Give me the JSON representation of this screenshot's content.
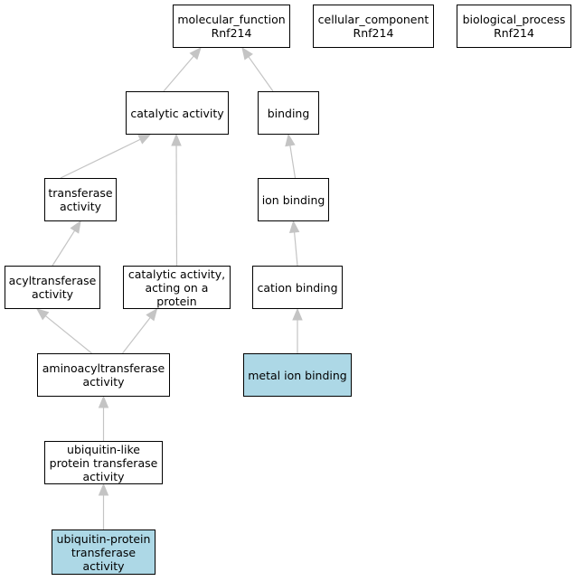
{
  "colors": {
    "edge": "#c4c4c4",
    "highlight": "#add8e6",
    "border": "#000000"
  },
  "nodes": {
    "molecular_function": {
      "label": "molecular_function\nRnf214"
    },
    "cellular_component": {
      "label": "cellular_component\nRnf214"
    },
    "biological_process": {
      "label": "biological_process\nRnf214"
    },
    "catalytic_activity": {
      "label": "catalytic activity"
    },
    "binding": {
      "label": "binding"
    },
    "transferase_activity": {
      "label": "transferase\nactivity"
    },
    "ion_binding": {
      "label": "ion binding"
    },
    "acyltransferase_activity": {
      "label": "acyltransferase\nactivity"
    },
    "catalytic_activity_protein": {
      "label": "catalytic activity,\nacting on a\nprotein"
    },
    "cation_binding": {
      "label": "cation binding"
    },
    "aminoacyltransferase_activity": {
      "label": "aminoacyltransferase\nactivity"
    },
    "metal_ion_binding": {
      "label": "metal ion binding"
    },
    "ubiquitin_like_transferase": {
      "label": "ubiquitin-like\nprotein transferase\nactivity"
    },
    "ubiquitin_protein_transferase": {
      "label": "ubiquitin-protein\ntransferase\nactivity"
    }
  },
  "edges": [
    {
      "from": "catalytic_activity",
      "to": "molecular_function"
    },
    {
      "from": "binding",
      "to": "molecular_function"
    },
    {
      "from": "transferase_activity",
      "to": "catalytic_activity"
    },
    {
      "from": "catalytic_activity_protein",
      "to": "catalytic_activity"
    },
    {
      "from": "ion_binding",
      "to": "binding"
    },
    {
      "from": "acyltransferase_activity",
      "to": "transferase_activity"
    },
    {
      "from": "cation_binding",
      "to": "ion_binding"
    },
    {
      "from": "aminoacyltransferase_activity",
      "to": "acyltransferase_activity"
    },
    {
      "from": "aminoacyltransferase_activity",
      "to": "catalytic_activity_protein"
    },
    {
      "from": "metal_ion_binding",
      "to": "cation_binding"
    },
    {
      "from": "ubiquitin_like_transferase",
      "to": "aminoacyltransferase_activity"
    },
    {
      "from": "ubiquitin_protein_transferase",
      "to": "ubiquitin_like_transferase"
    }
  ]
}
